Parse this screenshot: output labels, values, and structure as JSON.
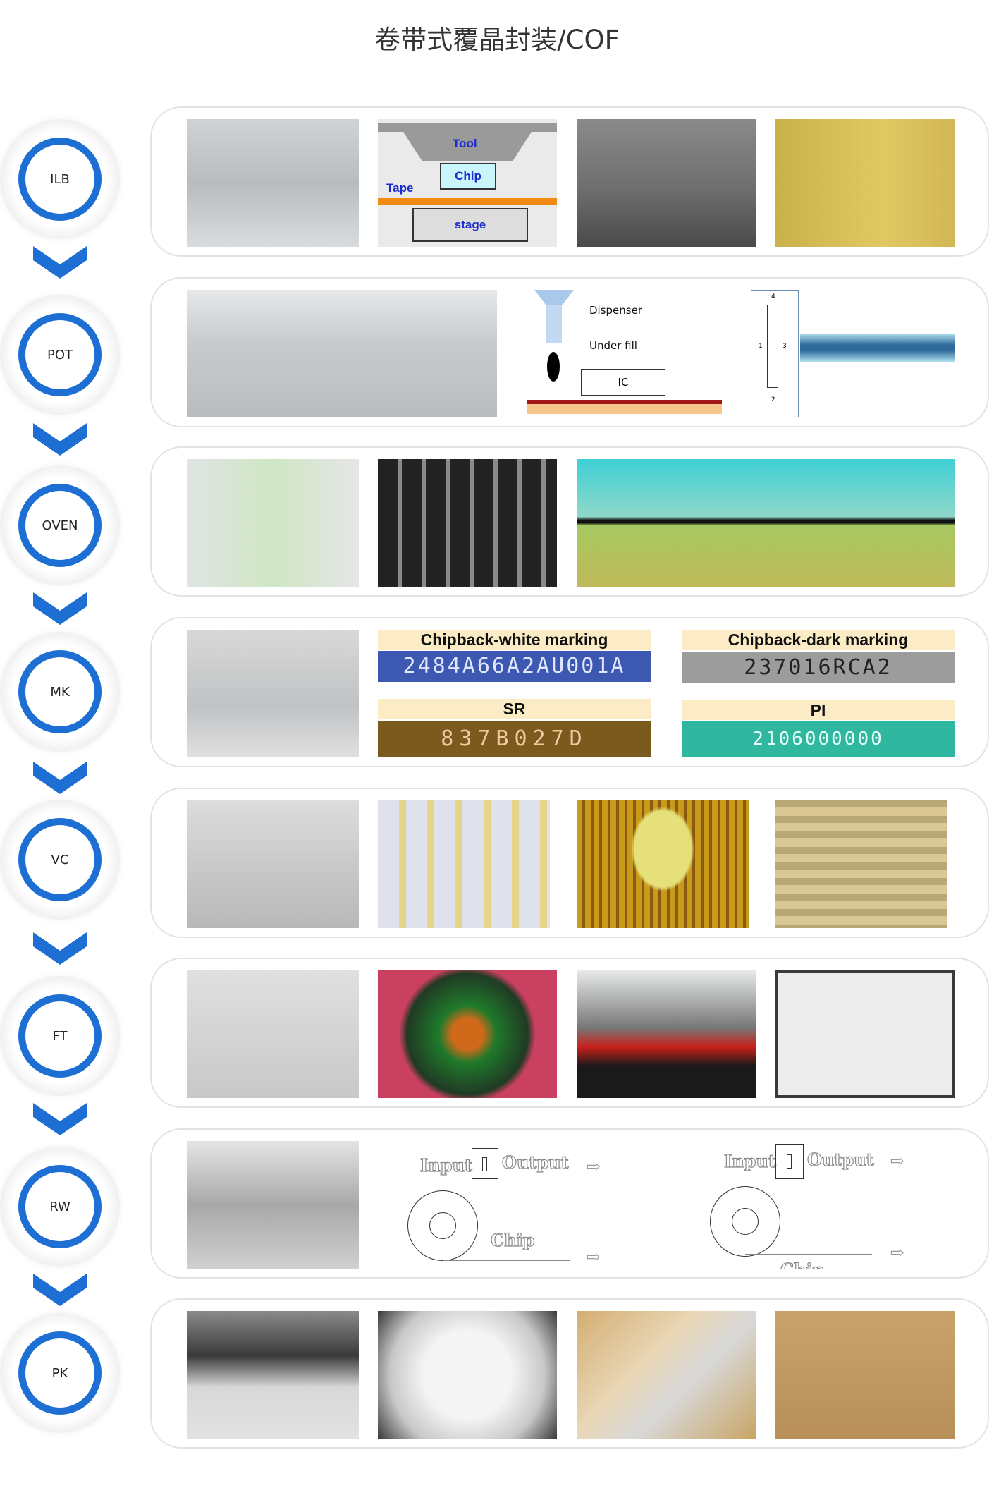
{
  "title": "卷带式覆晶封装/COF",
  "colors": {
    "accent": "#1e6fd4"
  },
  "steps": [
    {
      "label": "ILB"
    },
    {
      "label": "POT"
    },
    {
      "label": "OVEN"
    },
    {
      "label": "MK"
    },
    {
      "label": "VC"
    },
    {
      "label": "FT"
    },
    {
      "label": "RW"
    },
    {
      "label": "PK"
    }
  ],
  "ilb_diagram": {
    "tool": "Tool",
    "chip": "Chip",
    "tape": "Tape",
    "stage": "stage"
  },
  "pot_diagram": {
    "dispenser": "Dispenser",
    "underfill": "Under fill",
    "ic": "IC",
    "n1": "1",
    "n2": "2",
    "n3": "3",
    "n4": "4"
  },
  "mk_panels": [
    {
      "header": "Chipback-white marking",
      "code": "2484A66A2AU001A"
    },
    {
      "header": "Chipback-dark marking",
      "code": "237016RCA2"
    },
    {
      "header": "SR",
      "code": "837B027D"
    },
    {
      "header": "PI",
      "code": "2106000000"
    }
  ],
  "rw_diagram": {
    "input": "Input",
    "output": "Output",
    "chip": "Chip"
  }
}
